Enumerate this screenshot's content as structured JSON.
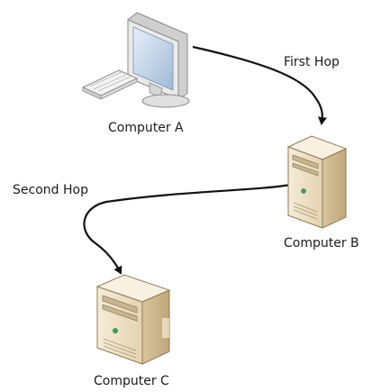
{
  "nodes": {
    "computer_a": {
      "label": "Computer A",
      "icon": "desktop-computer-icon"
    },
    "computer_b": {
      "label": "Computer B",
      "icon": "server-tower-icon"
    },
    "computer_c": {
      "label": "Computer C",
      "icon": "server-tower-icon"
    }
  },
  "edges": {
    "first_hop": {
      "label": "First Hop",
      "from": "Computer A",
      "to": "Computer B"
    },
    "second_hop": {
      "label": "Second Hop",
      "from": "Computer B",
      "to": "Computer C"
    }
  },
  "colors": {
    "line": "#111111",
    "tower_light": "#f2e6cf",
    "tower_mid": "#e2d1ad",
    "tower_dark": "#c8b389",
    "monitor_frame": "#e7e7e7",
    "monitor_screen": "#bcd0e6"
  }
}
